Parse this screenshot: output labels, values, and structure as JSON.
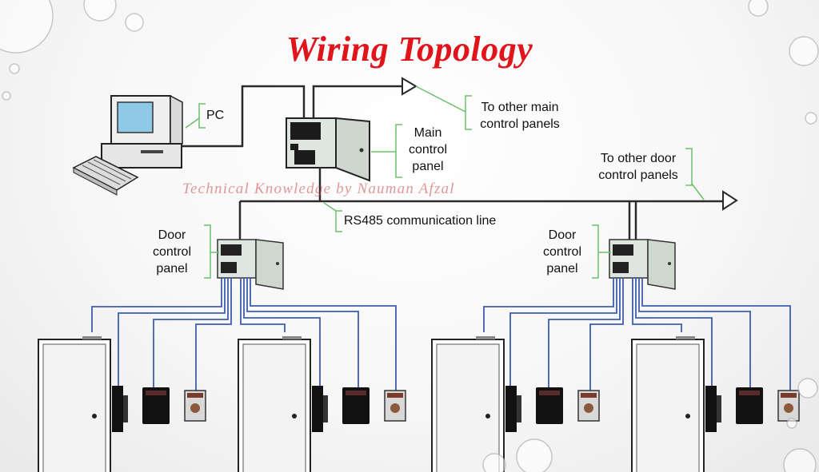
{
  "title": "Wiring Topology",
  "labels": {
    "pc": "PC",
    "other_main": "To other main\ncontrol panels",
    "main_panel": "Main\ncontrol\npanel",
    "other_door": "To other door\ncontrol panels",
    "rs485": "RS485 communication line",
    "door_panel_left": "Door\ncontrol\npanel",
    "door_panel_right": "Door\ncontrol\npanel"
  },
  "watermark": "Technical Knowledge by Nauman Afzal",
  "colors": {
    "title": "#e0151b",
    "wire": "#2a2a2a",
    "door_wire": "#3d5db0",
    "callout": "#6cc06c",
    "panel_face": "#dfe6df"
  }
}
